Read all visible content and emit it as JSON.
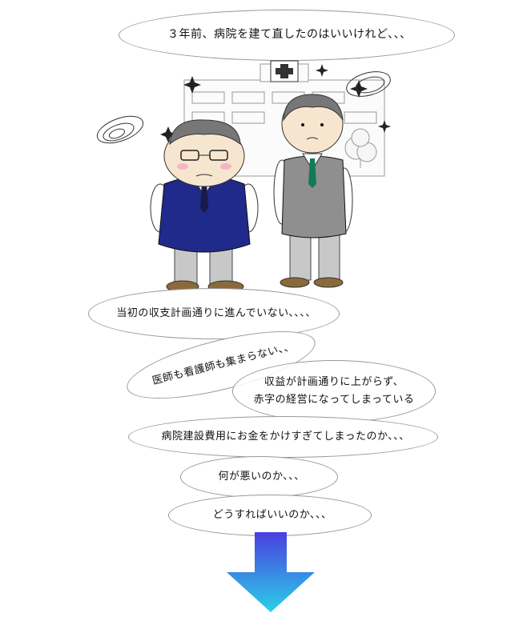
{
  "bubbles": {
    "top": "３年前、病院を建て直したのはいいけれど､､､",
    "b1": "当初の収支計画通りに進んでいない､､､､",
    "b2": "医師も看護師も集まらない､､",
    "b3": "収益が計画通りに上がらず、\n赤字の経営になってしまっている",
    "b4": "病院建設費用にお金をかけすぎてしまったのか､､､",
    "b5": "何が悪いのか､､､",
    "b6": "どうすればいいのか､､､"
  },
  "colors": {
    "vest_blue": "#1f2a8a",
    "vest_gray": "#8f8f8f",
    "tie_green": "#127a5a",
    "arrow_top": "#4a3fe0",
    "arrow_bottom": "#2ad0e8"
  },
  "icons": [
    "hospital-building-icon",
    "red-cross-icon",
    "sparkle-icon",
    "swirl-icon",
    "tree-icon"
  ]
}
